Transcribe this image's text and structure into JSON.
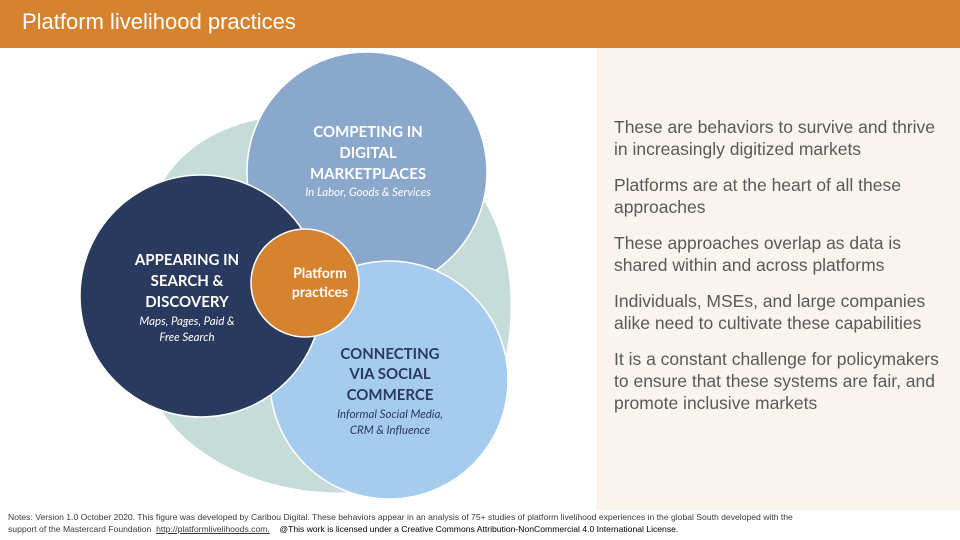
{
  "header": {
    "title": "Platform livelihood practices"
  },
  "diagram": {
    "center": {
      "line1": "Platform",
      "line2": "practices"
    },
    "competing": {
      "title": [
        "COMPETING IN",
        "DIGITAL",
        "MARKETPLACES"
      ],
      "subtitle": "In Labor, Goods & Services"
    },
    "appearing": {
      "title": [
        "APPEARING IN",
        "SEARCH &",
        "DISCOVERY"
      ],
      "subtitle": [
        "Maps, Pages, Paid &",
        "Free Search"
      ]
    },
    "connecting": {
      "title": [
        "CONNECTING",
        "VIA SOCIAL",
        "COMMERCE"
      ],
      "subtitle": [
        "Informal Social Media,",
        "CRM & Influence"
      ]
    },
    "colors": {
      "back_blob": "#c6dcd9",
      "competing": "#8aa7cc",
      "appearing": "#2a3a5e",
      "connecting": "#a5cbef",
      "center": "#d6832f"
    }
  },
  "bullets": [
    "These are behaviors to survive and thrive in increasingly digitized markets",
    "Platforms are at the heart of all these approaches",
    "These approaches overlap as data is shared within and across platforms",
    "Individuals, MSEs, and large companies alike need to cultivate these capabilities",
    "It is a constant challenge for policymakers to ensure that these systems are fair, and promote inclusive markets"
  ],
  "notes": {
    "text_line1": "Notes: Version 1.0 October 2020. This figure was developed by Caribou Digital. These behaviors appear in an analysis of 75+ studies of platform livelihood experiences in the global South developed with the",
    "text_line2": "support  of the Mastercard Foundation",
    "link": "http://platformlivelihoods.com.",
    "license": "@This work is licensed under a Creative Commons Attribution-NonCommercial 4.0 International License."
  }
}
